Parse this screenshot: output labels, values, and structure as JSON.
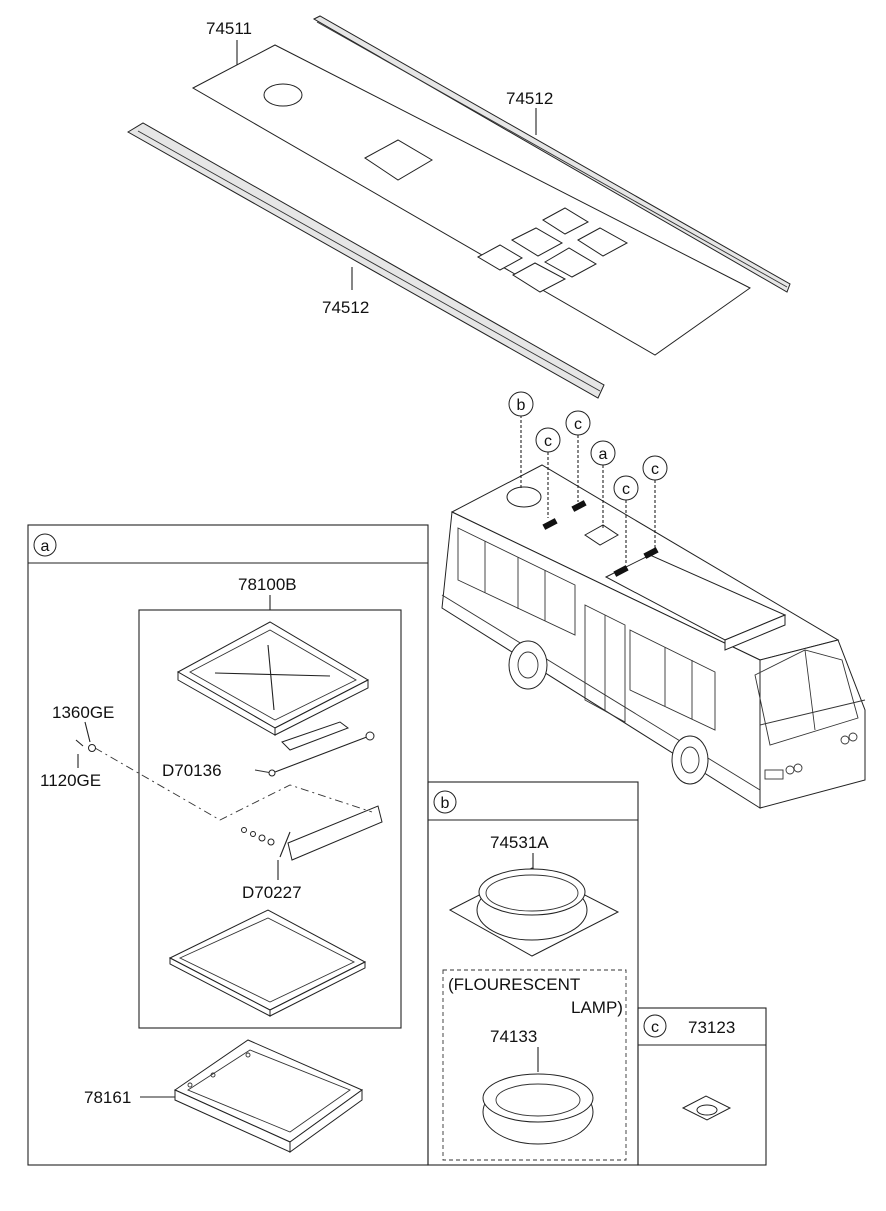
{
  "parts": {
    "p74511": "74511",
    "p74512_top": "74512",
    "p74512_bottom": "74512",
    "p78100B": "78100B",
    "p1360GE": "1360GE",
    "p1120GE": "1120GE",
    "pD70136": "D70136",
    "pD70227": "D70227",
    "p78161": "78161",
    "p74531A": "74531A",
    "p74133": "74133",
    "p73123": "73123"
  },
  "sections": {
    "a": "a",
    "b": "b",
    "c": "c"
  },
  "callouts": [
    "b",
    "c",
    "c",
    "a",
    "c",
    "c"
  ],
  "notes": {
    "flourescent_line1": "(FLOURESCENT",
    "flourescent_line2": "LAMP)"
  }
}
